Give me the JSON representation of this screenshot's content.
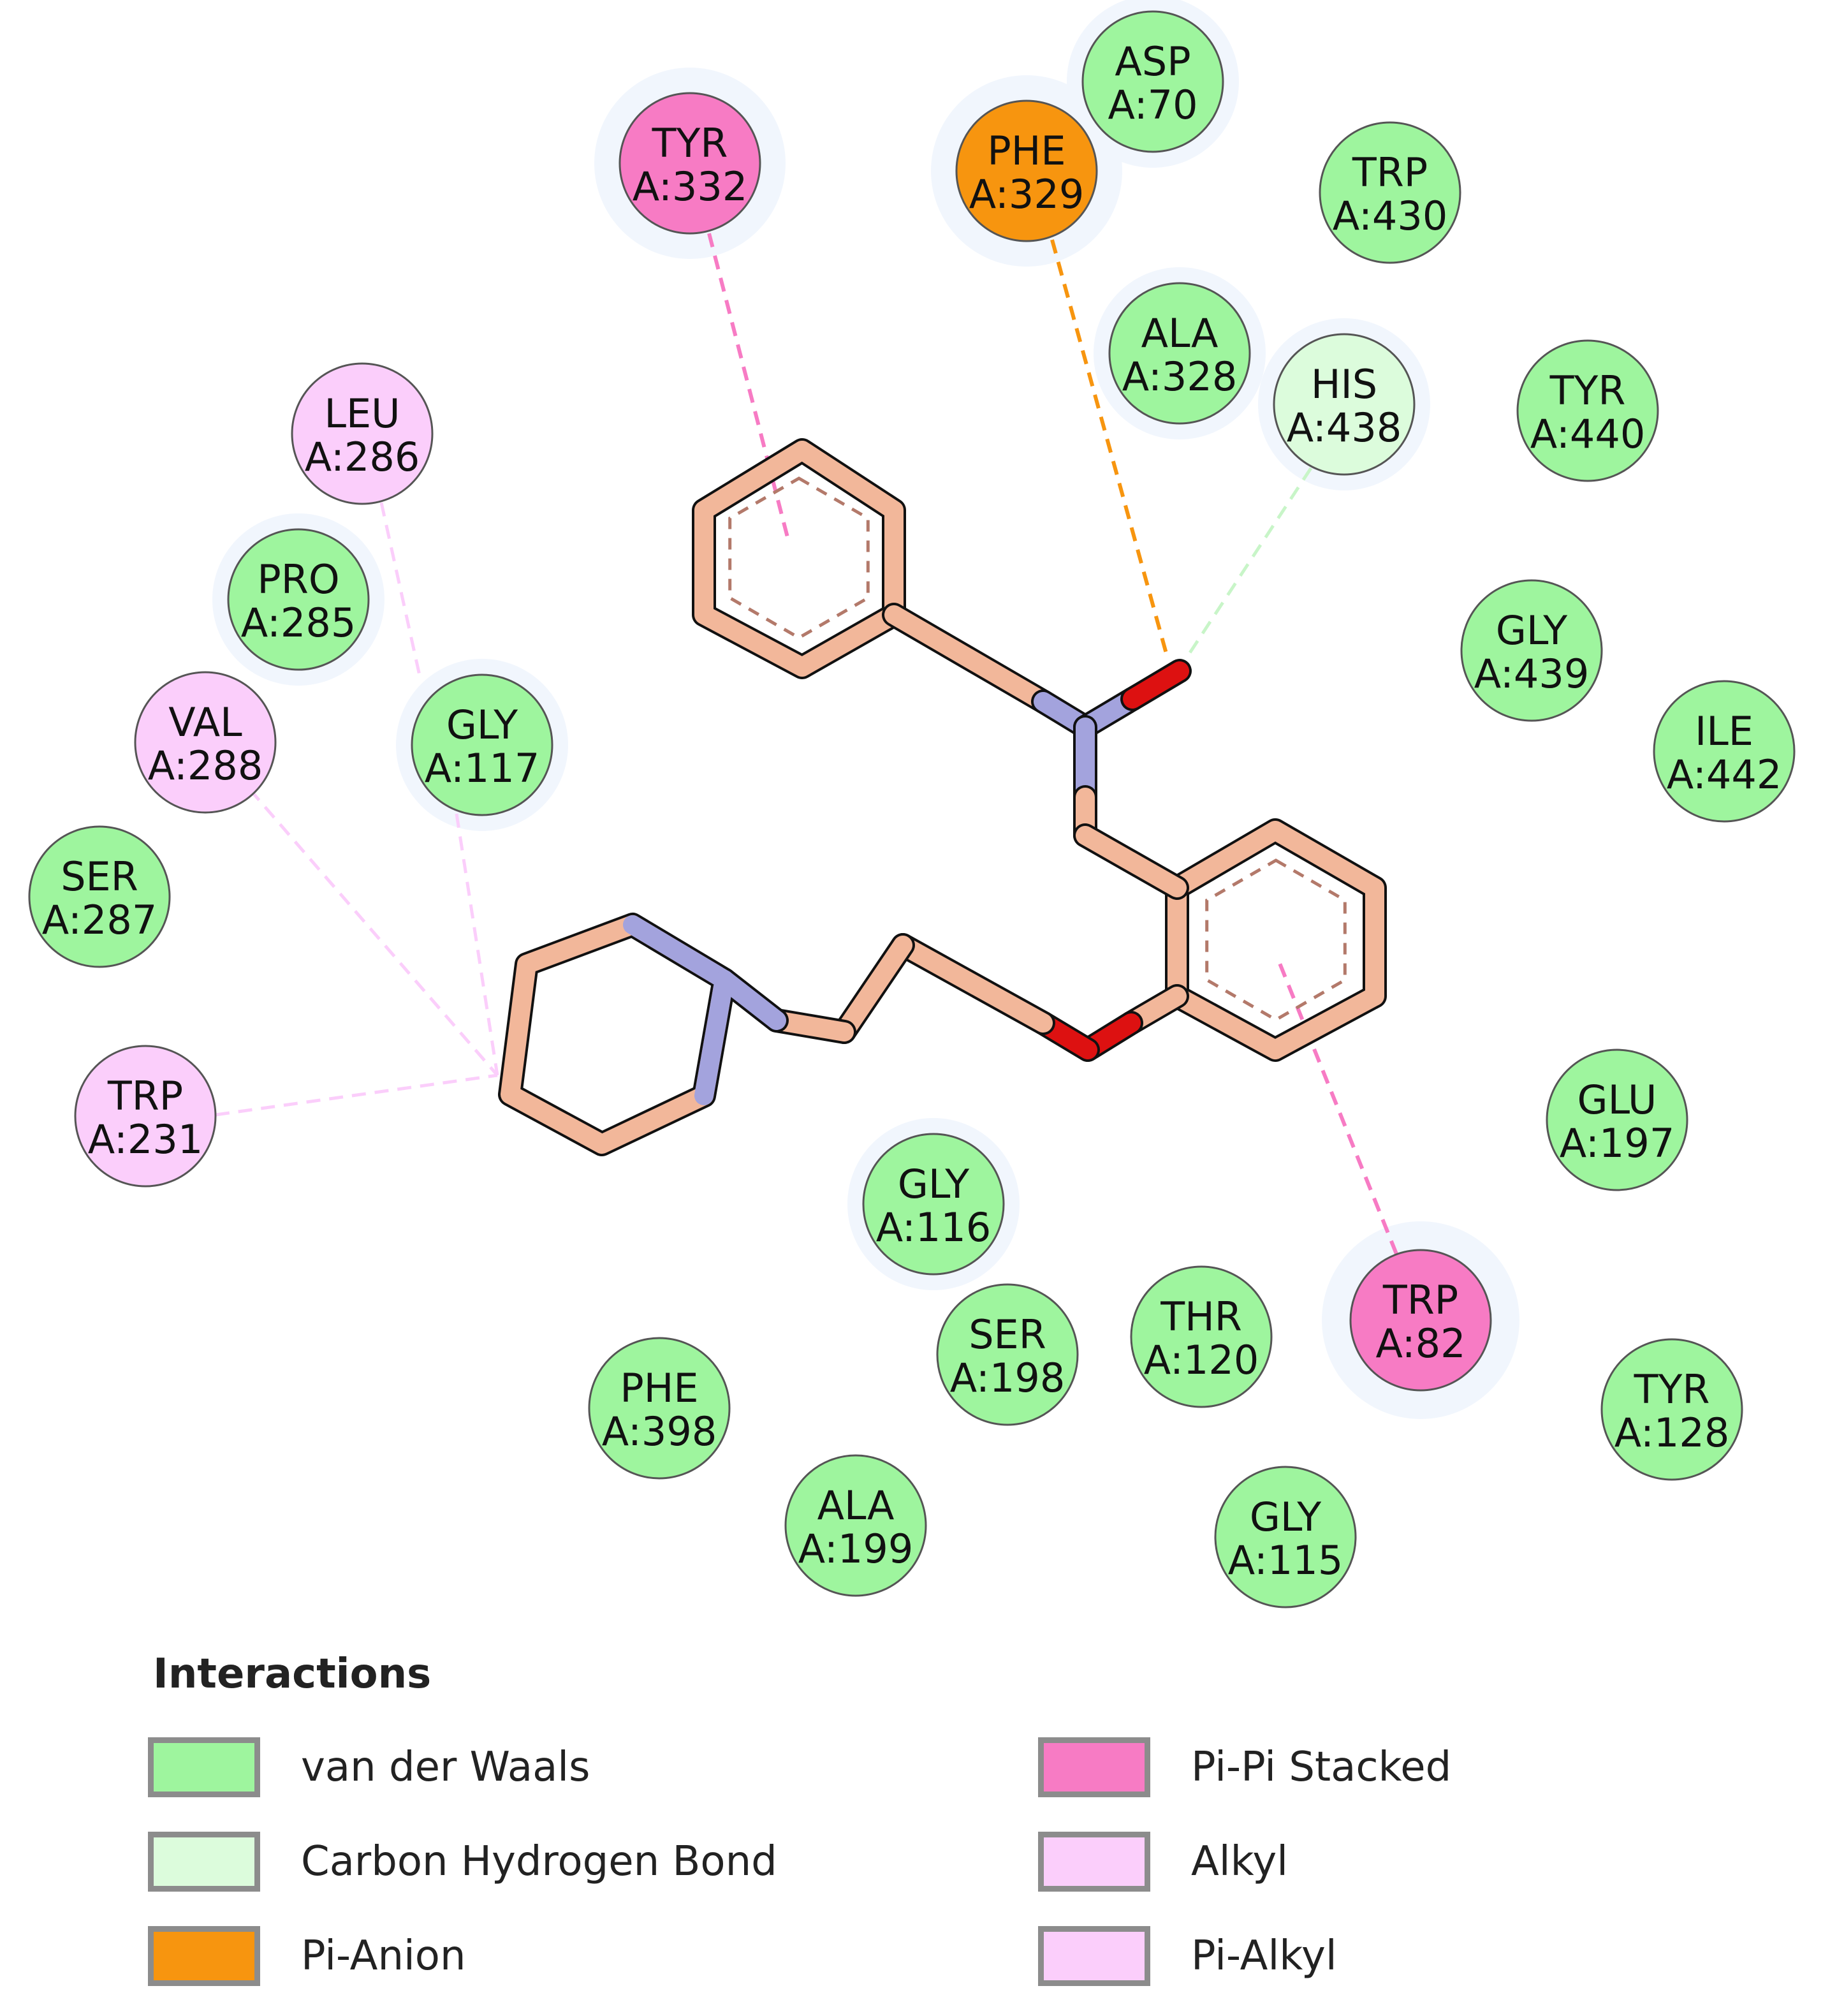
{
  "colors": {
    "van_der_waals": "#9ef59e",
    "carbon_hydrogen_bond": "#dcfcdc",
    "pi_anion": "#f7950f",
    "pi_pi_stacked": "#f77bc4",
    "alkyl": "#fbcefb",
    "pi_alkyl": "#fbcefb",
    "ligand_carbon": "#f2b79a",
    "ligand_nitrogen": "#a3a3dd",
    "ligand_oxygen": "#dd1111"
  },
  "residues": [
    {
      "id": "asp70",
      "name": "ASP",
      "chain_pos": "A:70",
      "type": "van_der_waals"
    },
    {
      "id": "tyr332",
      "name": "TYR",
      "chain_pos": "A:332",
      "type": "pi_pi_stacked"
    },
    {
      "id": "phe329",
      "name": "PHE",
      "chain_pos": "A:329",
      "type": "pi_anion"
    },
    {
      "id": "trp430",
      "name": "TRP",
      "chain_pos": "A:430",
      "type": "van_der_waals"
    },
    {
      "id": "ala328",
      "name": "ALA",
      "chain_pos": "A:328",
      "type": "van_der_waals"
    },
    {
      "id": "his438",
      "name": "HIS",
      "chain_pos": "A:438",
      "type": "carbon_hydrogen_bond"
    },
    {
      "id": "tyr440",
      "name": "TYR",
      "chain_pos": "A:440",
      "type": "van_der_waals"
    },
    {
      "id": "leu286",
      "name": "LEU",
      "chain_pos": "A:286",
      "type": "alkyl"
    },
    {
      "id": "pro285",
      "name": "PRO",
      "chain_pos": "A:285",
      "type": "van_der_waals"
    },
    {
      "id": "gly439",
      "name": "GLY",
      "chain_pos": "A:439",
      "type": "van_der_waals"
    },
    {
      "id": "val288",
      "name": "VAL",
      "chain_pos": "A:288",
      "type": "alkyl"
    },
    {
      "id": "gly117",
      "name": "GLY",
      "chain_pos": "A:117",
      "type": "van_der_waals"
    },
    {
      "id": "ile442",
      "name": "ILE",
      "chain_pos": "A:442",
      "type": "van_der_waals"
    },
    {
      "id": "ser287",
      "name": "SER",
      "chain_pos": "A:287",
      "type": "van_der_waals"
    },
    {
      "id": "trp231",
      "name": "TRP",
      "chain_pos": "A:231",
      "type": "alkyl"
    },
    {
      "id": "glu197",
      "name": "GLU",
      "chain_pos": "A:197",
      "type": "van_der_waals"
    },
    {
      "id": "gly116",
      "name": "GLY",
      "chain_pos": "A:116",
      "type": "van_der_waals"
    },
    {
      "id": "ser198",
      "name": "SER",
      "chain_pos": "A:198",
      "type": "van_der_waals"
    },
    {
      "id": "thr120",
      "name": "THR",
      "chain_pos": "A:120",
      "type": "van_der_waals"
    },
    {
      "id": "trp82",
      "name": "TRP",
      "chain_pos": "A:82",
      "type": "pi_pi_stacked"
    },
    {
      "id": "phe398",
      "name": "PHE",
      "chain_pos": "A:398",
      "type": "van_der_waals"
    },
    {
      "id": "tyr128",
      "name": "TYR",
      "chain_pos": "A:128",
      "type": "van_der_waals"
    },
    {
      "id": "ala199",
      "name": "ALA",
      "chain_pos": "A:199",
      "type": "van_der_waals"
    },
    {
      "id": "gly115",
      "name": "GLY",
      "chain_pos": "A:115",
      "type": "van_der_waals"
    }
  ],
  "legend": {
    "title": "Interactions",
    "items": [
      {
        "label": "van der Waals",
        "type": "van_der_waals"
      },
      {
        "label": "Carbon Hydrogen Bond",
        "type": "carbon_hydrogen_bond"
      },
      {
        "label": "Pi-Anion",
        "type": "pi_anion"
      },
      {
        "label": "Pi-Pi Stacked",
        "type": "pi_pi_stacked"
      },
      {
        "label": "Alkyl",
        "type": "alkyl"
      },
      {
        "label": "Pi-Alkyl",
        "type": "pi_alkyl"
      }
    ]
  }
}
